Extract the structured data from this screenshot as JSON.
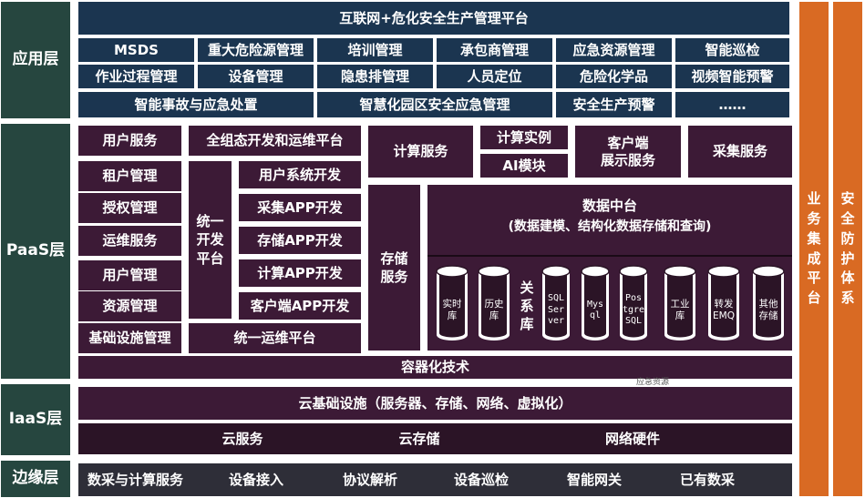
{
  "layers": {
    "app": "应用层",
    "paas": "PaaS层",
    "iaas": "IaaS层",
    "edge": "边缘层"
  },
  "app": {
    "platform_title": "互联网+危化安全生产管理平台",
    "row1": [
      "MSDS",
      "重大危险源管理",
      "培训管理",
      "承包商管理",
      "应急资源管理",
      "智能巡检"
    ],
    "row2": [
      "作业过程管理",
      "设备管理",
      "隐患排管理",
      "人员定位",
      "危险化学品",
      "视频智能预警"
    ],
    "row3": [
      "智能事故与应急处置",
      "智慧化园区安全应急管理",
      "安全生产预警",
      "……"
    ]
  },
  "paas": {
    "left_services": [
      "用户服务",
      "租户管理",
      "授权管理",
      "运维服务",
      "用户管理",
      "资源管理",
      "基础设施管理"
    ],
    "dev_platform": "全组态开发和运维平台",
    "unified_dev": "统一\n开发\n平台",
    "dev_items": [
      "用户系统开发",
      "采集APP开发",
      "存储APP开发",
      "计算APP开发",
      "客户端APP开发"
    ],
    "unified_ops": "统一运维平台",
    "compute_service": "计算服务",
    "compute_instance": "计算实例",
    "ai_module": "AI模块",
    "client_display": "客户端\n展示服务",
    "collect_service": "采集服务",
    "storage_service": "存储\n服务",
    "data_center_title": "数据中台",
    "data_center_sub": "(数据建模、结构化数据存储和查询)",
    "relational_db": "关\n系\n库",
    "databases": [
      "实时\n库",
      "历史\n库",
      "SQL\nSer\nver",
      "Mys\nql",
      "Pos\ntgre\nSQL",
      "工业\n库",
      "转发\nEMQ",
      "其他\n存储"
    ],
    "container_tech": "容器化技术",
    "note": "应急资源"
  },
  "iaas": {
    "infra": "云基础设施（服务器、存储、网络、虚拟化）",
    "items": [
      "云服务",
      "云存储",
      "网络硬件"
    ]
  },
  "edge": {
    "items": [
      "数采与计算服务",
      "设备接入",
      "协议解析",
      "设备巡检",
      "智能网关",
      "已有数采"
    ]
  },
  "side": {
    "integration": "业\n务\n集\n成\n平\n台",
    "security": "安\n全\n防\n护\n体\n系"
  },
  "colors": {
    "layer": "#26463f",
    "navy": "#1b3550",
    "purple": "#3c1a36",
    "edge": "#2e2e38",
    "orange": "#d96a23",
    "db_fill": "#ffffff",
    "db_body": "#2b1426"
  }
}
